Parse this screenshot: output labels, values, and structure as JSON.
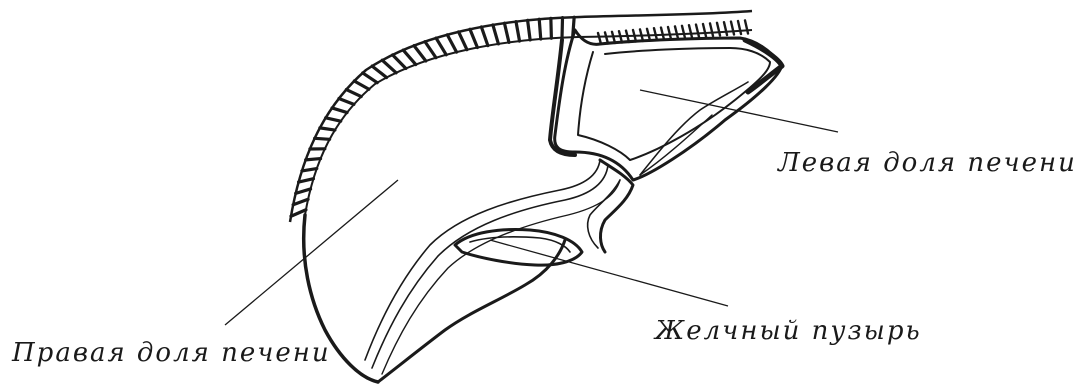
{
  "labels": {
    "left_lobe": "Левая доля печени",
    "right_lobe": "Правая доля печени",
    "gallbladder": "Желчный пузырь"
  },
  "colors": {
    "ink": "#1a1a1a",
    "background": "#ffffff"
  }
}
